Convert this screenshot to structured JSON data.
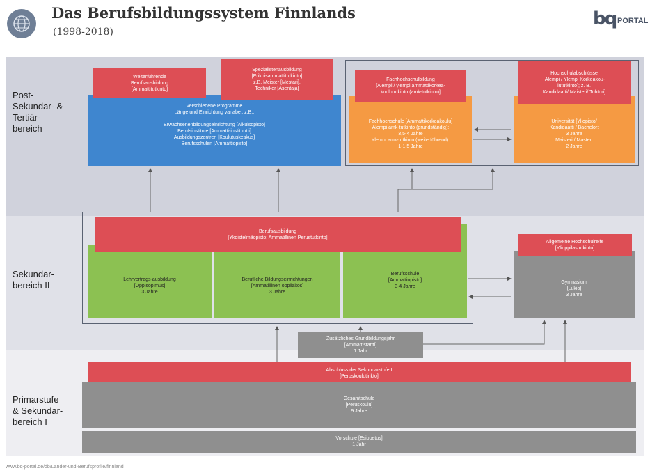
{
  "header": {
    "title": "Das Berufsbildungssystem Finnlands",
    "subtitle": "(1998-2018)",
    "logo_mark": "bq",
    "logo_text": "PORTAL",
    "globe_icon": "globe-icon"
  },
  "levels": {
    "post": "Post-\nSekundar- &\nTertiär-\nbereich",
    "sek2": "Sekundar-\nbereich II",
    "prim": "Primarstufe\n& Sekundar-\nbereich I"
  },
  "boxes": {
    "weiterfuehrend": "Weiterführende\nBerufsausbildung\n[Ammattitutkinto]",
    "spezialist": "Spezialistenausbildung\n[Erikoisammattitutkinto]\nz.B. Meister [Mestari],\nTechniker [Asentaja]",
    "programme": "Verschiedene Programme\nLänge und Einrichtung variabel, z.B.:\n\nErwachsenenbildungseinrichtung [Aikuisopisto]\nBerufsinstitute [Ammatti-instituutti]\nAusbildungszentren [Koulutuskeskus]\nBerufsschulen [Ammattiopisto]",
    "fh_abschluss": "Fachhochschulbildung\n[Alempi / ylempi ammattikorkea-\nkoulututkinto (amk-tutkinto)]",
    "fachhochschule": "Fachhochschule [Ammattikorkeakoulu]\nAlempi amk-tutkinto (grundständig):\n3,5-4 Jahre\nYlempi amk-tutkinto (weiterführend):\n1-1,5 Jahre",
    "hs_abschluss": "Hochschulabschlüsse\n[Alempi / Ylempi Korkeakou-\nlututkinto]; z. B.\nKandidaatti/ Maisteri/ Tohtori]",
    "universitaet": "Universität [Yliopisto/\nKandidaatti / Bachelor:\n3 Jahre\nMaisteri / Master:\n2 Jahre",
    "berufsausbildung": "Berufsausbildung\n[Ykdistelmäopisto; Ammatillinen Perustutkinto]",
    "lehrvertrag": "Lehrvertrags-ausbildung\n[Oppisopimus]\n3 Jahre",
    "berufliche": "Berufliche Bildungseinrichtungen\n[Ammatillinen oppilaitos]\n3 Jahre",
    "berufsschule": "Berufsschule\n[Ammattiopisto]\n3-4 Jahre",
    "hochschulreife": "Allgemeine Hochschulreife\n[Ylioppilastutkinto]",
    "gymnasium": "Gymnasium\n[Lukio]\n3 Jahre",
    "grundbildung": "Zusätzliches Grundbildungsjahr\n[Ammattistartti]\n1 Jahr",
    "sek1_abschluss": "Abschluss der Sekundarstufe I\n[Peruskoulutinkto]",
    "gesamtschule": "Gesamtschule\n[Peruskoulu]\n9 Jahre",
    "vorschule": "Vorschule [Esiopetus]\n1 Jahr"
  },
  "footer": {
    "url": "www.bq-portal.de/db/Länder-und-Berufsprofile/finnland"
  },
  "colors": {
    "red": "#dd4e55",
    "blue": "#3f86cf",
    "orange": "#f59a43",
    "green": "#8cc152",
    "gray": "#8f8f8f",
    "band_top": "#d0d2dc",
    "band_mid": "#e0e1e8",
    "band_low": "#eeeef2"
  }
}
